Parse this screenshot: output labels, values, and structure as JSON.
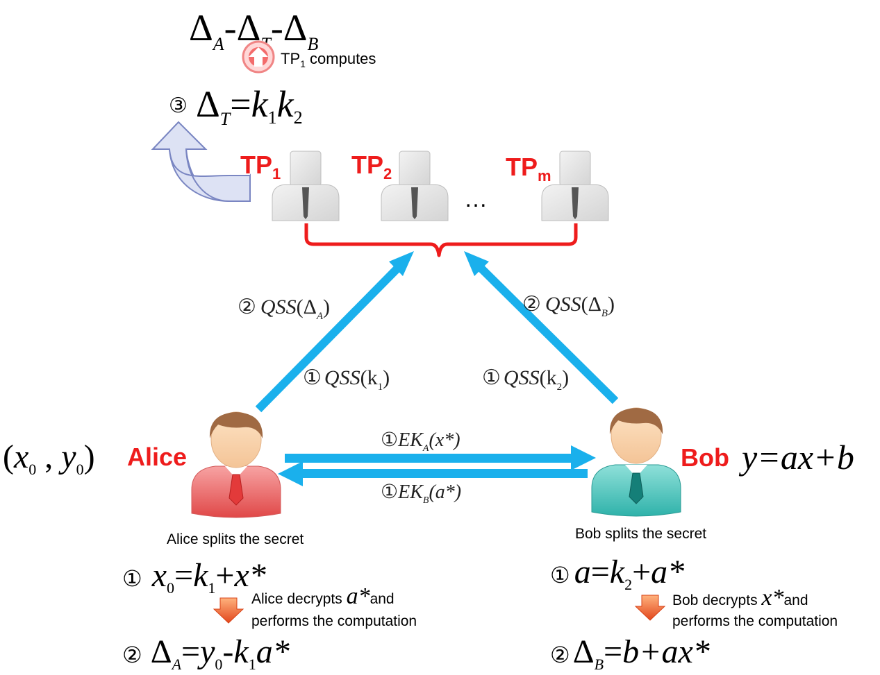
{
  "top_formula": {
    "d1": "Δ",
    "s1": "A",
    "sep1": "-",
    "d2": "Δ",
    "s2": "T",
    "sep2": "-",
    "d3": "Δ",
    "s3": "B"
  },
  "tp1_computes": {
    "tp": "TP",
    "sub": "1",
    "rest": " computes"
  },
  "step3": {
    "num": "③",
    "delta": "Δ",
    "sub": "T",
    "eq": "=",
    "k1": "k",
    "k1sub": "1",
    "k2": "k",
    "k2sub": "2"
  },
  "parties": {
    "tp1": {
      "label": "TP",
      "sub": "1"
    },
    "tp2": {
      "label": "TP",
      "sub": "2"
    },
    "tpm": {
      "label": "TP",
      "sub": "m"
    },
    "ellipsis": "…"
  },
  "alice": {
    "coords": {
      "open": "(",
      "x": "x",
      "xsub": "0",
      "comma": " , ",
      "y": "y",
      "ysub": "0",
      "close": ")"
    },
    "name": "Alice",
    "caption": "Alice splits the secret",
    "step1": {
      "num": "①",
      "lhs": "x",
      "lhssub": "0",
      "eq": "=",
      "k": "k",
      "ksub": "1",
      "plus": "+",
      "star": "x*"
    },
    "decrypt": {
      "l1a": "Alice decrypts ",
      "var": "a*",
      "l1b": "and",
      "l2": "performs the computation"
    },
    "step2": {
      "num": "②",
      "delta": "Δ",
      "sub": "A",
      "eq": "=",
      "y": "y",
      "ysub": "0",
      "minus": "-",
      "k": "k",
      "ksub": "1",
      "star": "a*"
    }
  },
  "bob": {
    "name": "Bob",
    "equation": "y=ax+b",
    "caption": "Bob splits the secret",
    "step1": {
      "num": "①",
      "lhs": "a",
      "eq": "=",
      "k": "k",
      "ksub": "2",
      "plus": "+",
      "star": "a*"
    },
    "decrypt": {
      "l1a": "Bob decrypts ",
      "var": "x*",
      "l1b": "and",
      "l2": "performs the computation"
    },
    "step2": {
      "num": "②",
      "delta": "Δ",
      "sub": "B",
      "eq": "=",
      "rhs": "b+ax*"
    }
  },
  "arrows": {
    "qss_delta_a": {
      "num": "②",
      "f": "QSS",
      "o": "(Δ",
      "sub": "A",
      "c": ")"
    },
    "qss_delta_b": {
      "num": "②",
      "f": "QSS",
      "o": "(Δ",
      "sub": "B",
      "c": ")"
    },
    "qss_k1": {
      "num": "①",
      "f": "QSS",
      "o": "(k",
      "sub": "1",
      "c": ")"
    },
    "qss_k2": {
      "num": "①",
      "f": "QSS",
      "o": "(k",
      "sub": "2",
      "c": ")"
    },
    "ek_a": {
      "num": "①",
      "f": "EK",
      "sub": "A",
      "arg": "(x*)"
    },
    "ek_b": {
      "num": "①",
      "f": "EK",
      "sub": "B",
      "arg": "(a*)"
    }
  },
  "colors": {
    "red": "#ee1c1c",
    "blue_arrow": "#1ab0ec",
    "brace": "#ee1c1c",
    "curved_arrow": "#dde2f4",
    "orange_arrow": "#f0602a"
  }
}
